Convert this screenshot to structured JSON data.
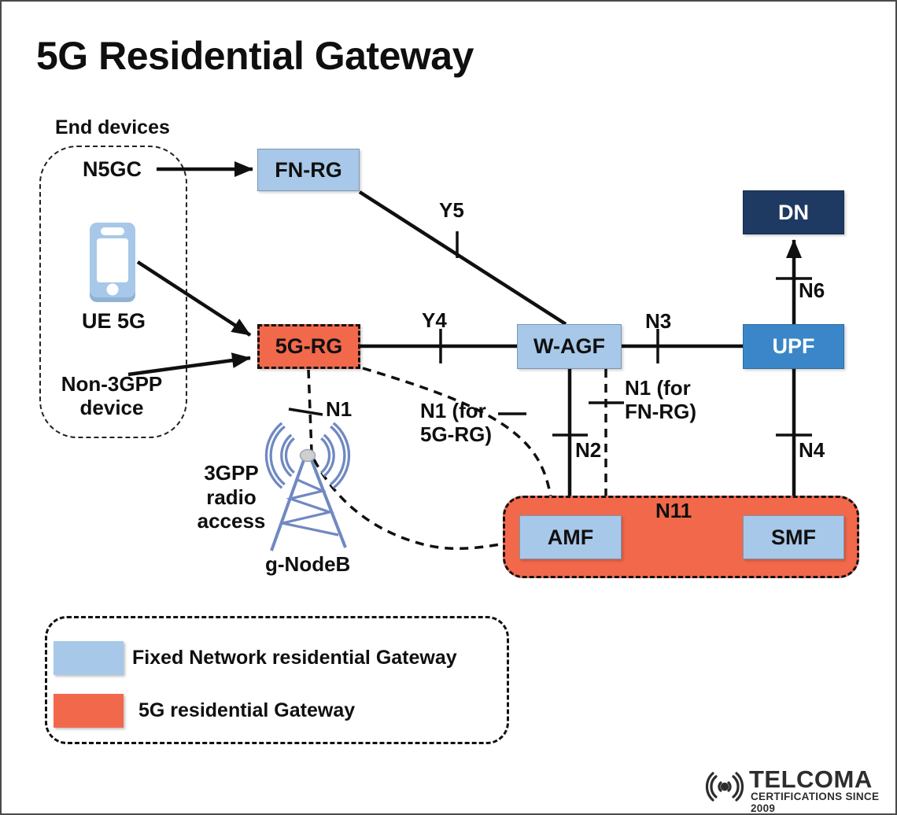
{
  "title": "5G Residential Gateway",
  "colors": {
    "light_blue": "#A7C8E8",
    "orange": "#F2684B",
    "upf_blue": "#3A86C8",
    "dn_navy": "#1E3A62",
    "antenna_blue": "#7089C1",
    "line": "#101010",
    "logo_gray": "#2D2D2D"
  },
  "end_devices": {
    "label": "End devices",
    "n5gc": "N5GC",
    "ue_5g": "UE 5G",
    "non_3gpp": "Non-3GPP\ndevice"
  },
  "nodes": {
    "fn_rg": "FN-RG",
    "rg_5g": "5G-RG",
    "w_agf": "W-AGF",
    "upf": "UPF",
    "dn": "DN",
    "amf": "AMF",
    "smf": "SMF"
  },
  "radio": {
    "access": "3GPP\nradio\naccess",
    "gnodeb": "g-NodeB"
  },
  "links": {
    "y5": "Y5",
    "y4": "Y4",
    "n3": "N3",
    "n6": "N6",
    "n1": "N1",
    "n2": "N2",
    "n4": "N4",
    "n11": "N11",
    "n1_5grg": "N1 (for\n5G-RG)",
    "n1_fnrg": "N1 (for\nFN-RG)"
  },
  "legend": {
    "items": [
      {
        "label": "Fixed Network residential Gateway",
        "color": "#A7C8E8"
      },
      {
        "label": "5G residential Gateway",
        "color": "#F2684B"
      }
    ]
  },
  "logo": {
    "name": "TELCOMA",
    "tagline": "CERTIFICATIONS SINCE 2009"
  }
}
